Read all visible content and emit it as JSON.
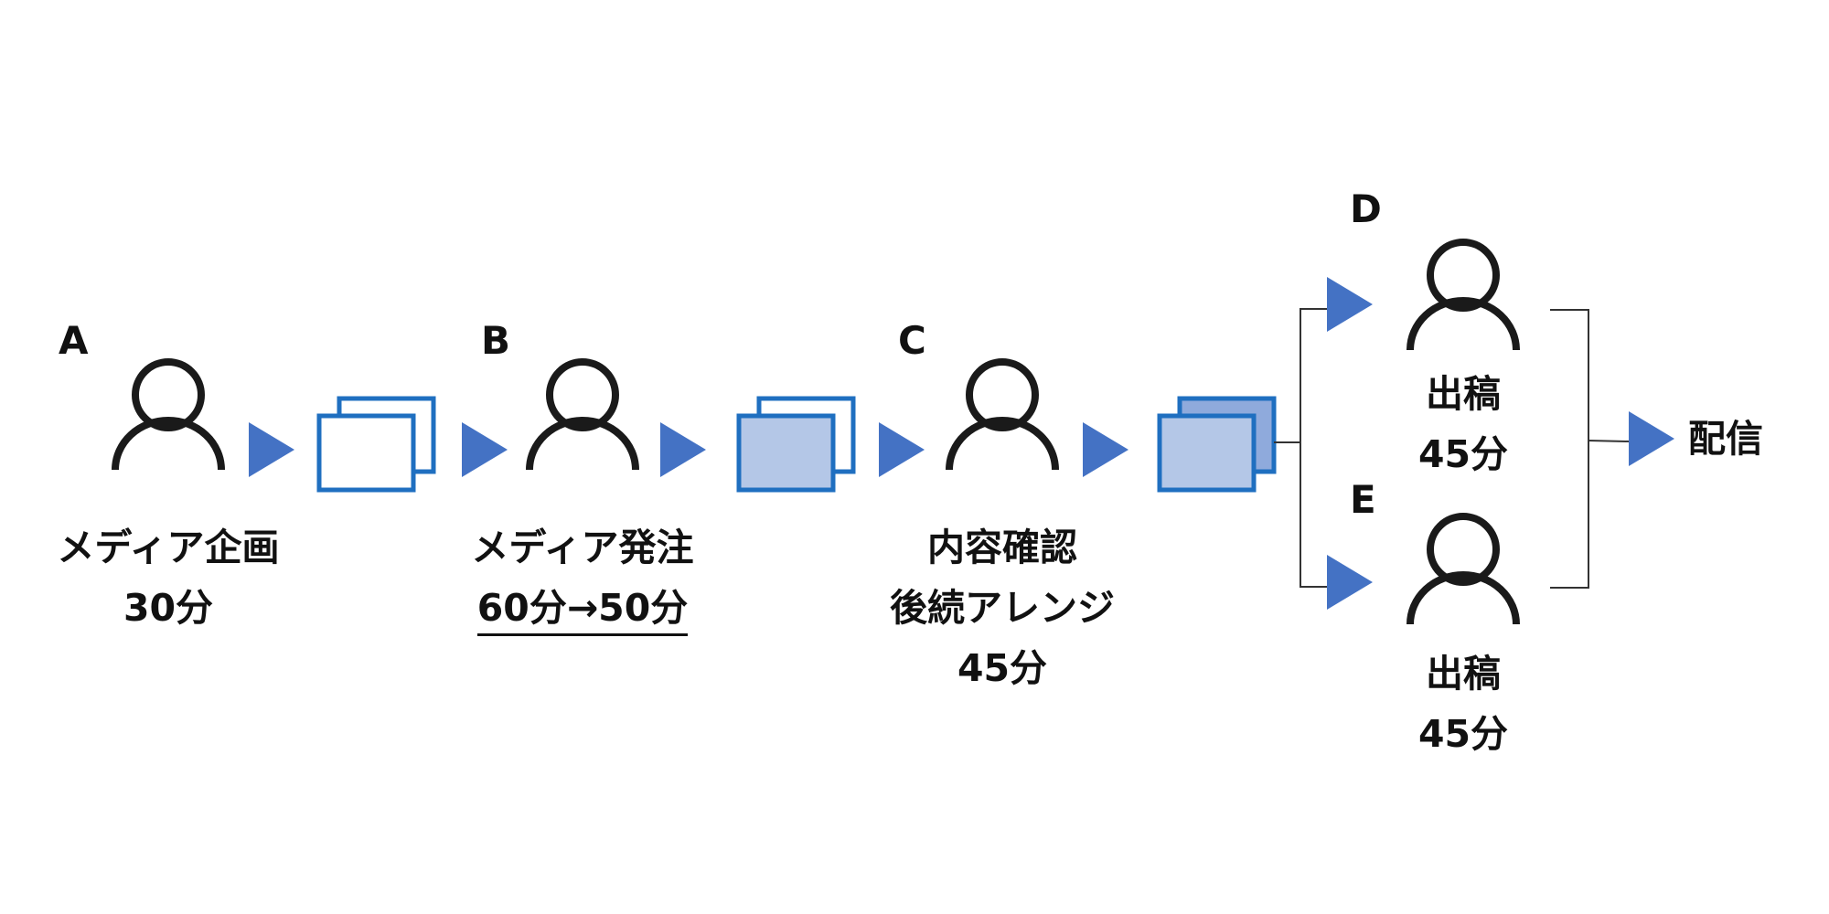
{
  "steps": {
    "a": {
      "letter": "A",
      "lines": [
        "メディア企画",
        "30分"
      ]
    },
    "b": {
      "letter": "B",
      "lines": [
        "メディア発注",
        "60分→50分"
      ]
    },
    "c": {
      "letter": "C",
      "lines": [
        "内容確認",
        "後続アレンジ",
        "45分"
      ]
    },
    "d": {
      "letter": "D",
      "lines": [
        "出稿",
        "45分"
      ]
    },
    "e": {
      "letter": "E",
      "lines": [
        "出稿",
        "45分"
      ]
    }
  },
  "final": {
    "label": "配信"
  },
  "colors": {
    "arrow": "#4472C4",
    "doc_border": "#1F6FC0",
    "doc_fill_light": "#B4C7E7",
    "doc_fill_mid": "#8FAADC",
    "person": "#1A1A1A",
    "connector": "#333333"
  }
}
